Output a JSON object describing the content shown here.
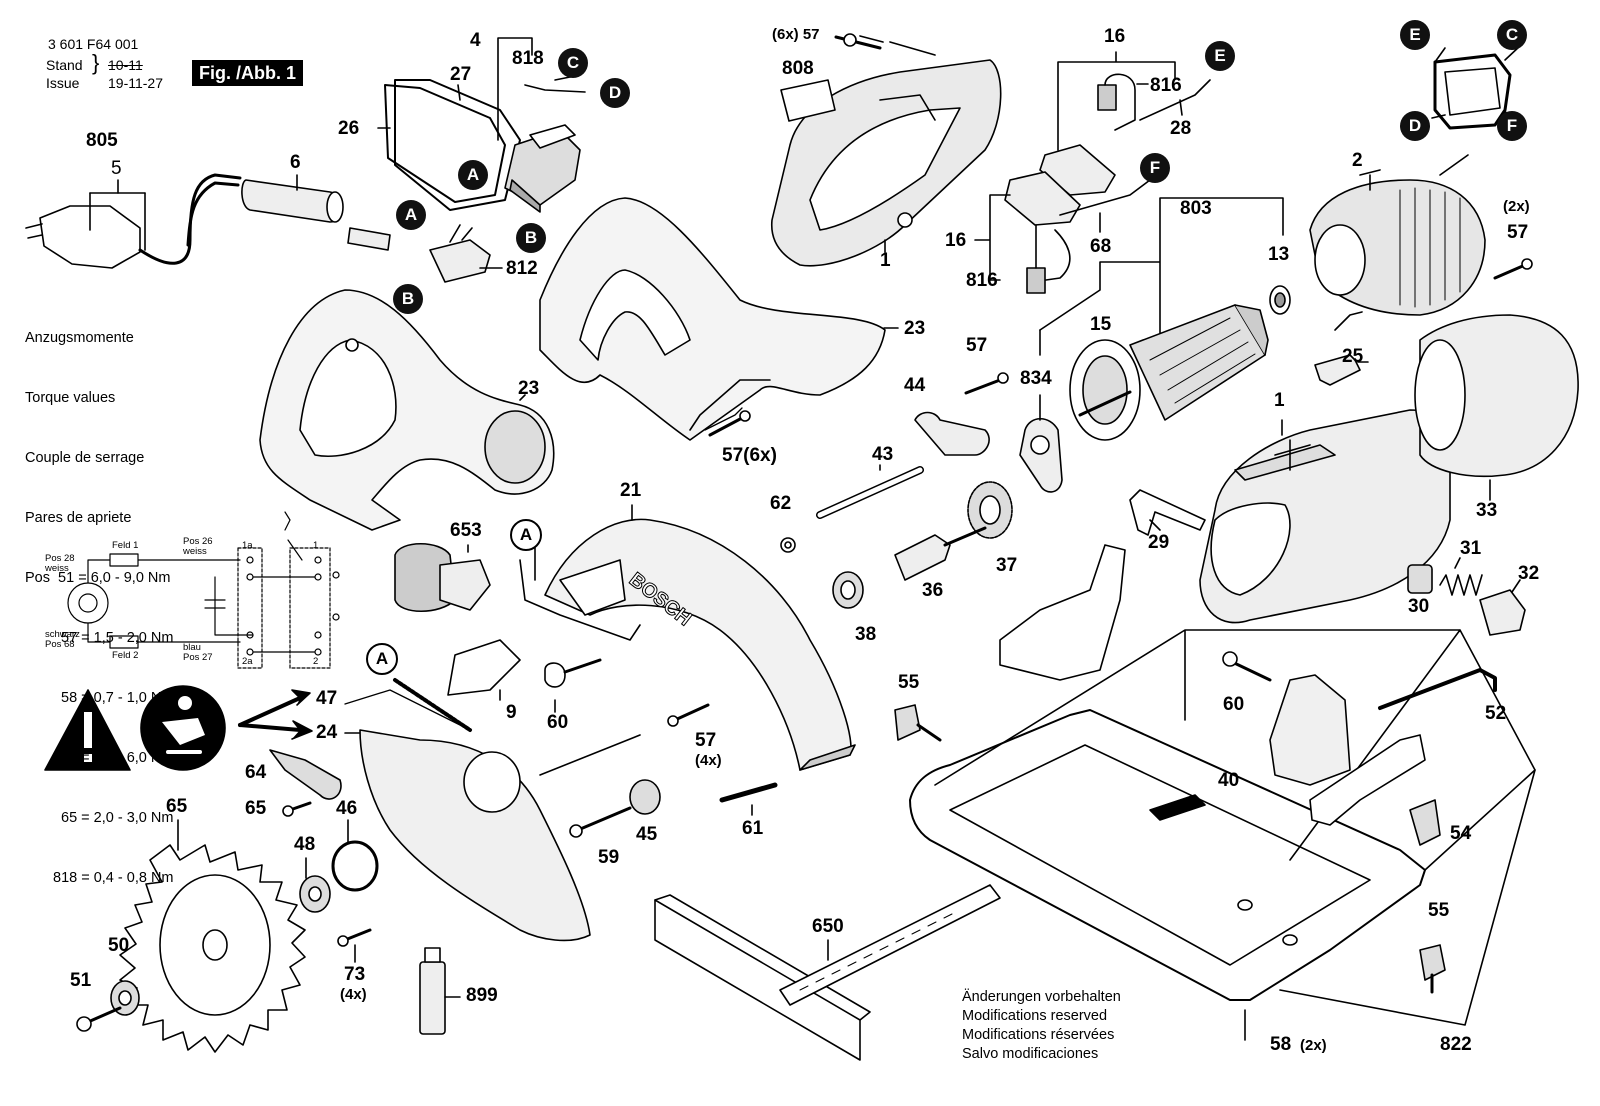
{
  "header": {
    "part_number": "3 601 F64 001",
    "stand_label": "Stand",
    "issue_label": "Issue",
    "stand_date": "10-11",
    "issue_date": "19-11-27",
    "figure_label": "Fig. /Abb. 1"
  },
  "torque_table": {
    "titles": [
      "Anzugsmomente",
      "Torque values",
      "Couple de serrage",
      "Pares de apriete"
    ],
    "rows": [
      "Pos  51 = 6,0 - 9,0 Nm",
      "57 = 1,5 - 2,0 Nm",
      "58 = 0,7 - 1,0 Nm",
      "59 = 4,0 - 6,0 Nm",
      "65 = 2,0 - 3,0 Nm",
      "818 = 0,4 - 0,8 Nm"
    ]
  },
  "wiring": {
    "labels": [
      "Pos 28",
      "weiss",
      "Feld 1",
      "Pos 26",
      "weiss",
      "schwarz",
      "Pos 68",
      "Feld 2",
      "blau",
      "Pos 27",
      "1a",
      "1",
      "2a",
      "2"
    ]
  },
  "connectors": [
    "A",
    "B",
    "C",
    "D",
    "E",
    "F"
  ],
  "callouts": {
    "c805": "805",
    "c5": "5",
    "c6": "6",
    "c27": "27",
    "c26": "26",
    "c4": "4",
    "c818": "818",
    "c812": "812",
    "c57a": "(6x) 57",
    "c808": "808",
    "c1a": "1",
    "c16a": "16",
    "c816a": "816",
    "c28": "28",
    "c16b": "16",
    "c68": "68",
    "c816b": "816",
    "c803": "803",
    "c13": "13",
    "c2": "2",
    "c2x": "(2x)",
    "c57b": "57",
    "c23a": "23",
    "c23b": "23",
    "c57c": "57(6x)",
    "c57d": "57",
    "c44": "44",
    "c834": "834",
    "c15": "15",
    "c25": "25",
    "c1b": "1",
    "c33": "33",
    "c43": "43",
    "c62": "62",
    "c21": "21",
    "c653": "653",
    "c29": "29",
    "c31": "31",
    "c32": "32",
    "c30": "30",
    "c36": "36",
    "c37": "37",
    "c38": "38",
    "c47": "47",
    "c24": "24",
    "c9": "9",
    "c60a": "60",
    "c57e": "57",
    "c4x": "(4x)",
    "c55a": "55",
    "c60b": "60",
    "c52": "52",
    "c40": "40",
    "c54": "54",
    "c61": "61",
    "c64": "64",
    "c65a": "65",
    "c65b": "65",
    "c46": "46",
    "c48": "48",
    "c45": "45",
    "c59": "59",
    "c50": "50",
    "c51": "51",
    "c73": "73",
    "c4x2": "(4x)",
    "c899": "899",
    "c650": "650",
    "c55b": "55",
    "c58": "58",
    "c58x": "(2x)",
    "c822": "822"
  },
  "modifications": [
    "Änderungen vorbehalten",
    "Modifications reserved",
    "Modifications réservées",
    "Salvo modificaciones"
  ],
  "guard_brand": "BOSCH"
}
